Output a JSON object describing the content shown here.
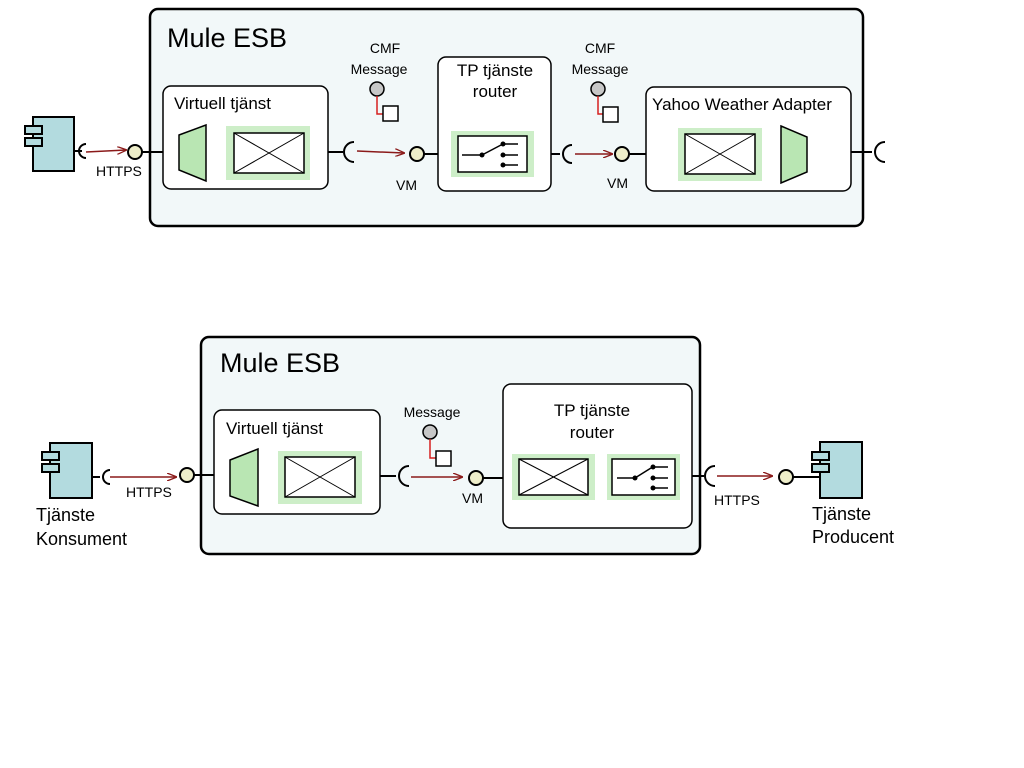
{
  "colors": {
    "esb_fill": "#f2f8f9",
    "component_fill": "#b3dbdf",
    "module_fill": "#cdeec8",
    "adapter_fill": "#b9e6b3",
    "message_arrow": "#8b1a1a",
    "endpoint_fill": "#eeeeca"
  },
  "icons": {
    "component": "uml-component-icon",
    "adapter": "trapezoid-adapter-icon",
    "transformer": "crossed-box-transformer-icon",
    "router": "switch-router-icon",
    "message": "message-icon",
    "endpoint": "provided-interface-icon",
    "socket": "required-interface-icon"
  },
  "top": {
    "esb_title": "Mule ESB",
    "service_title": "Virtuell tjänst",
    "router_title_line1": "TP tjänste",
    "router_title_line2": "router",
    "adapter_title": "Yahoo Weather Adapter",
    "message1_line1": "CMF",
    "message1_line2": "Message",
    "message2_line1": "CMF",
    "message2_line2": "Message",
    "protocol_in": "HTTPS",
    "transport1": "VM",
    "transport2": "VM"
  },
  "bottom": {
    "esb_title": "Mule ESB",
    "service_title": "Virtuell tjänst",
    "router_title_line1": "TP tjänste",
    "router_title_line2": "router",
    "message_label": "Message",
    "protocol_in": "HTTPS",
    "transport": "VM",
    "protocol_out": "HTTPS",
    "consumer_line1": "Tjänste",
    "consumer_line2": "Konsument",
    "producer_line1": "Tjänste",
    "producer_line2": "Producent"
  }
}
